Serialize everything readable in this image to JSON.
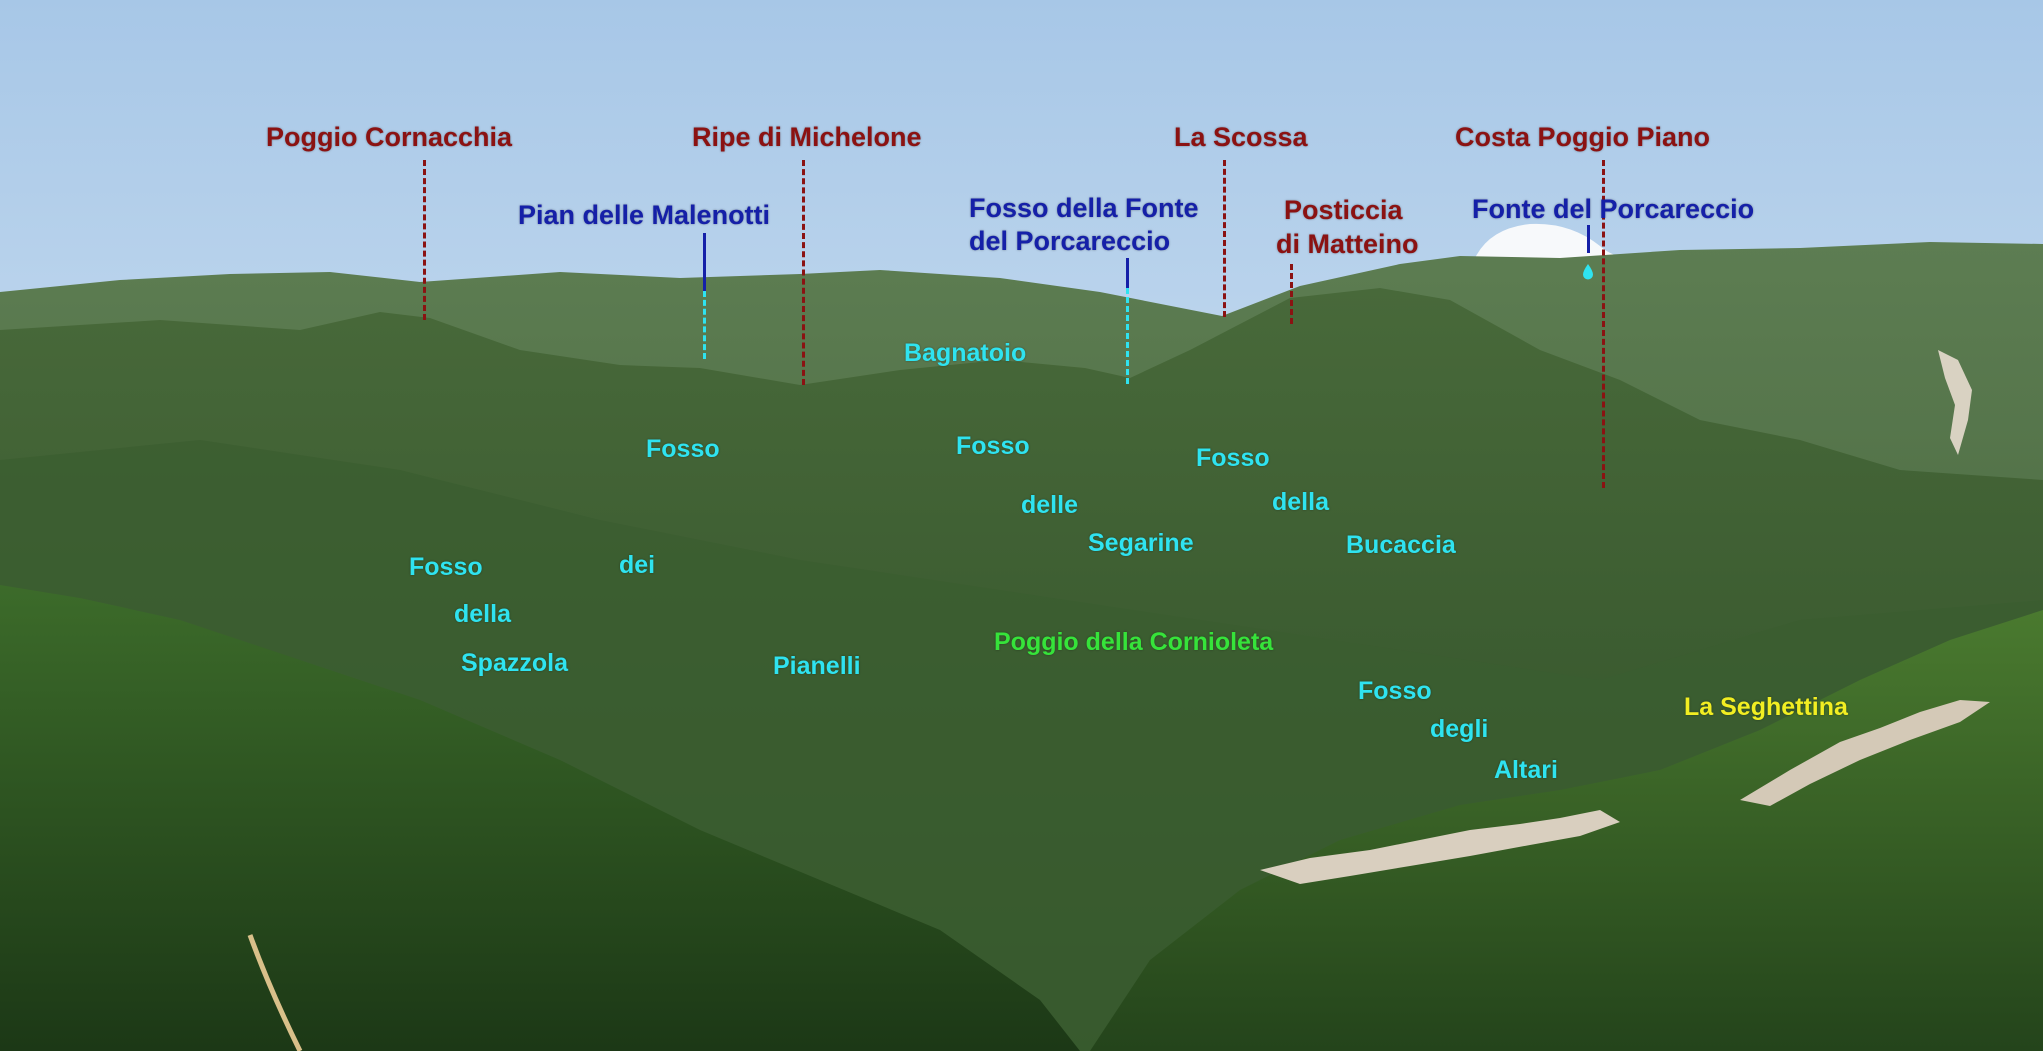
{
  "labels": {
    "poggio_cornacchia": "Poggio Cornacchia",
    "ripe_di_michelone": "Ripe di Michelone",
    "la_scossa": "La Scossa",
    "costa_poggio_piano": "Costa Poggio Piano",
    "pian_delle_malenotti": "Pian delle Malenotti",
    "fosso_fonte_line1": "Fosso della Fonte",
    "fosso_fonte_line2": "del Porcareccio",
    "posticcia_line1": "Posticcia",
    "posticcia_line2": "di Matteino",
    "fonte_del_porcareccio": "Fonte del Porcareccio",
    "bagnatoio": "Bagnatoio",
    "fosso_dei_pianelli": [
      "Fosso",
      "dei",
      "Pianelli"
    ],
    "fosso_delle_segarine": [
      "Fosso",
      "delle",
      "Segarine"
    ],
    "fosso_della_bucaccia": [
      "Fosso",
      "della",
      "Bucaccia"
    ],
    "fosso_della_spazzola": [
      "Fosso",
      "della",
      "Spazzola"
    ],
    "fosso_degli_altari": [
      "Fosso",
      "degli",
      "Altari"
    ],
    "poggio_della_cornioleta": "Poggio della Cornioleta",
    "la_seghettina": "La Seghettina"
  },
  "colors": {
    "peak_label": "#8b1212",
    "place_label": "#1520a8",
    "stream_label": "#2fe3f0",
    "hill_label": "#36e33a",
    "locality_label": "#f2ee22",
    "sky_top": "#a9c9e8",
    "forest_dark": "#1e3a18",
    "forest_mid": "#3f6b2e"
  }
}
